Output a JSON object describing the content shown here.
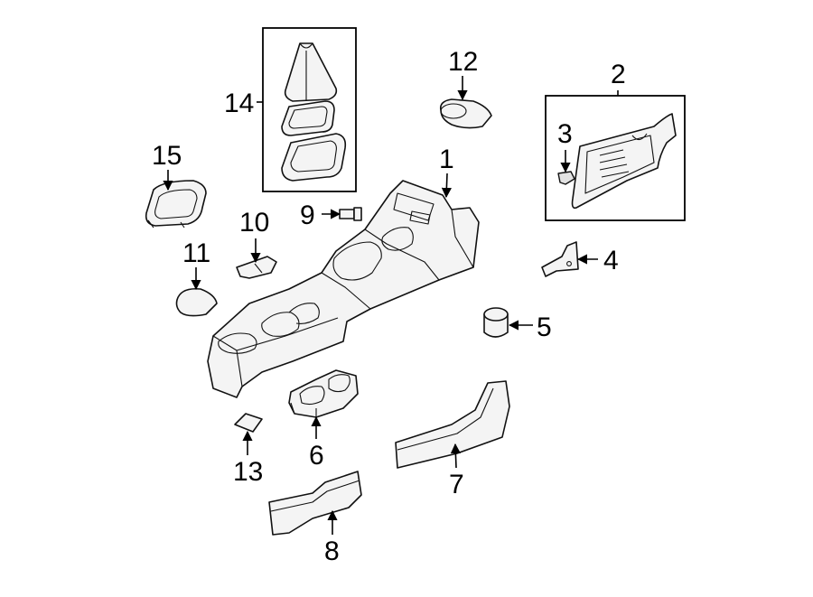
{
  "callouts": {
    "c1": "1",
    "c2": "2",
    "c3": "3",
    "c4": "4",
    "c5": "5",
    "c6": "6",
    "c7": "7",
    "c8": "8",
    "c9": "9",
    "c10": "10",
    "c11": "11",
    "c12": "12",
    "c13": "13",
    "c14": "14",
    "c15": "15"
  },
  "colors": {
    "line": "#111111",
    "part_fill": "#f4f4f4",
    "background": "#ffffff"
  }
}
